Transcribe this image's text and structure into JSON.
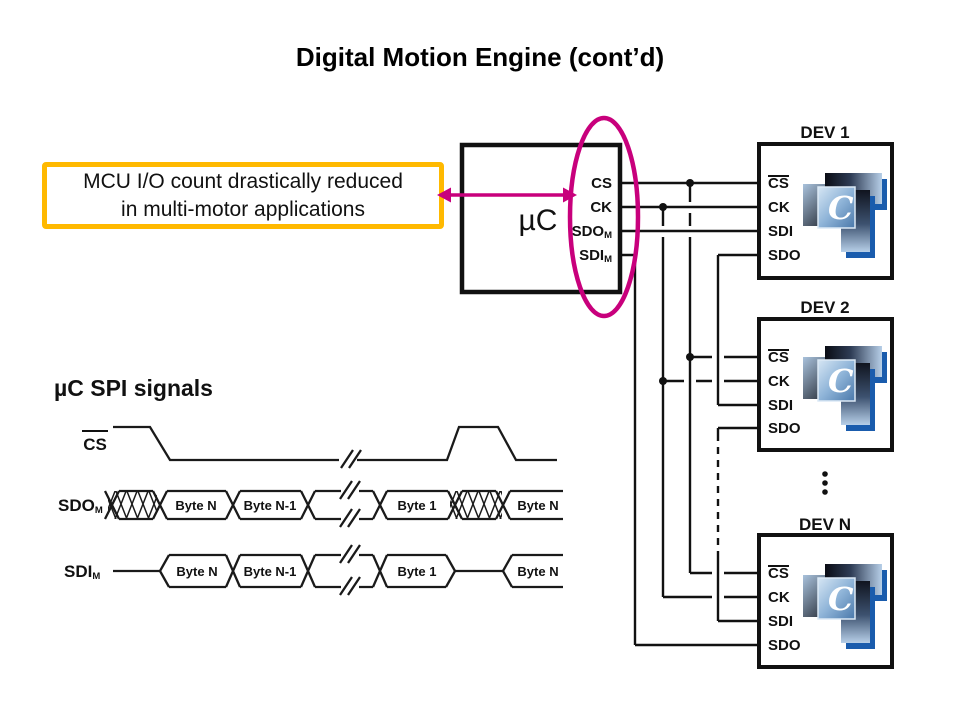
{
  "title": "Digital Motion Engine (cont’d)",
  "callout": {
    "line1": "MCU I/O count drastically reduced",
    "line2": "in multi-motor applications"
  },
  "mcu": {
    "label": "µC",
    "pins": {
      "cs": "CS",
      "ck": "CK",
      "sdo": "SDO",
      "sdo_sub": "M",
      "sdi": "SDI",
      "sdi_sub": "M"
    }
  },
  "devices": [
    {
      "title": "DEV 1"
    },
    {
      "title": "DEV 2"
    },
    {
      "title": "DEV N"
    }
  ],
  "device_pins": {
    "cs": "CS",
    "ck": "CK",
    "sdi": "SDI",
    "sdo": "SDO"
  },
  "chip_logo_letter": "C",
  "timing": {
    "heading": "µC SPI signals",
    "cs_label": "CS",
    "sdo_label": "SDO",
    "sdo_sub": "M",
    "sdi_label": "SDI",
    "sdi_sub": "M",
    "sdo_cells": [
      "Byte N",
      "Byte N-1",
      "Byte 1",
      "Byte N"
    ],
    "sdi_cells": [
      "Byte N",
      "Byte N-1",
      "Byte 1",
      "Byte N"
    ]
  },
  "colors": {
    "magenta": "#C8007C",
    "callout-border": "#FFB900",
    "logo-blue": "#1A5CAD"
  }
}
